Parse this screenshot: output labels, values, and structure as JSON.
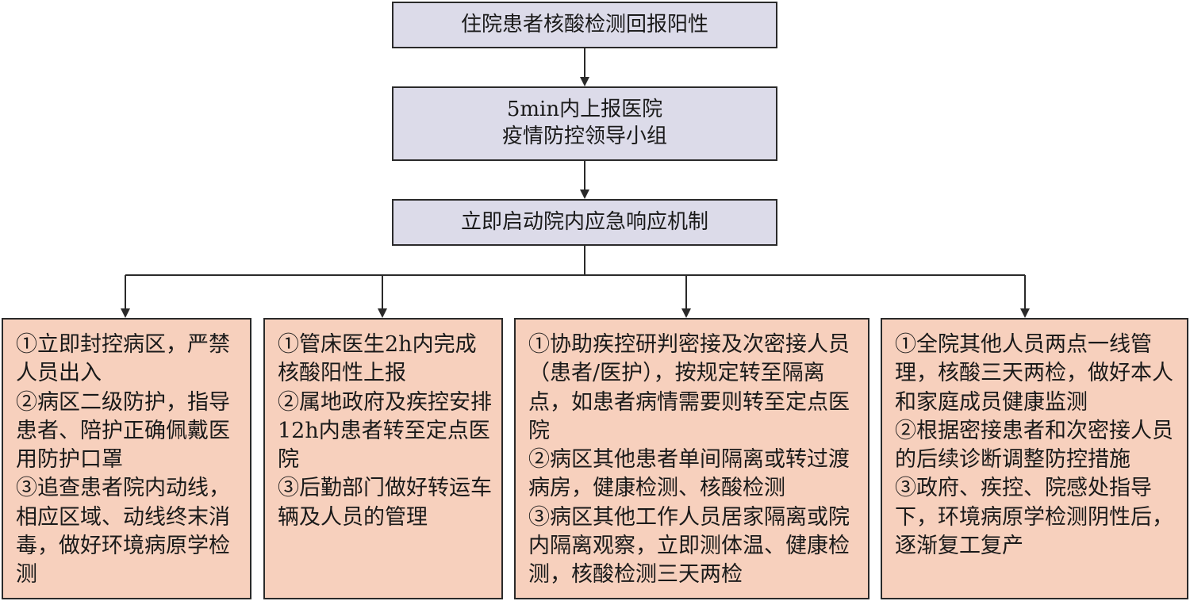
{
  "flowchart": {
    "step1": {
      "lines": [
        "住院患者核酸检测回报阳性"
      ]
    },
    "step2": {
      "lines": [
        "5min内上报医院",
        "疫情防控领导小组"
      ]
    },
    "step3": {
      "lines": [
        "立即启动院内应急响应机制"
      ]
    },
    "branches": [
      {
        "items": [
          "①立即封控病区，严禁人员出入",
          "②病区二级防护，指导患者、陪护正确佩戴医用防护口罩",
          "③追查患者院内动线，相应区域、动线终末消毒，做好环境病原学检测"
        ]
      },
      {
        "items": [
          "①管床医生2h内完成核酸阳性上报",
          "②属地政府及疾控安排12h内患者转至定点医院",
          "③后勤部门做好转运车辆及人员的管理"
        ]
      },
      {
        "items": [
          "①协助疾控研判密接及次密接人员（患者/医护），按规定转至隔离点，如患者病情需要则转至定点医院",
          "②病区其他患者单间隔离或转过渡病房，健康检测、核酸检测",
          "③病区其他工作人员居家隔离或院内隔离观察，立即测体温、健康检测，核酸检测三天两检"
        ]
      },
      {
        "items": [
          "①全院其他人员两点一线管理，核酸三天两检，做好本人和家庭成员健康监测",
          "②根据密接患者和次密接人员的后续诊断调整防控措施",
          "③政府、疾控、院感处指导下，环境病原学检测阴性后，逐渐复工复产"
        ]
      }
    ]
  },
  "colors": {
    "top_box_fill": "#dcdbe9",
    "branch_box_fill": "#f7d0bd",
    "stroke": "#2a2a2a"
  }
}
